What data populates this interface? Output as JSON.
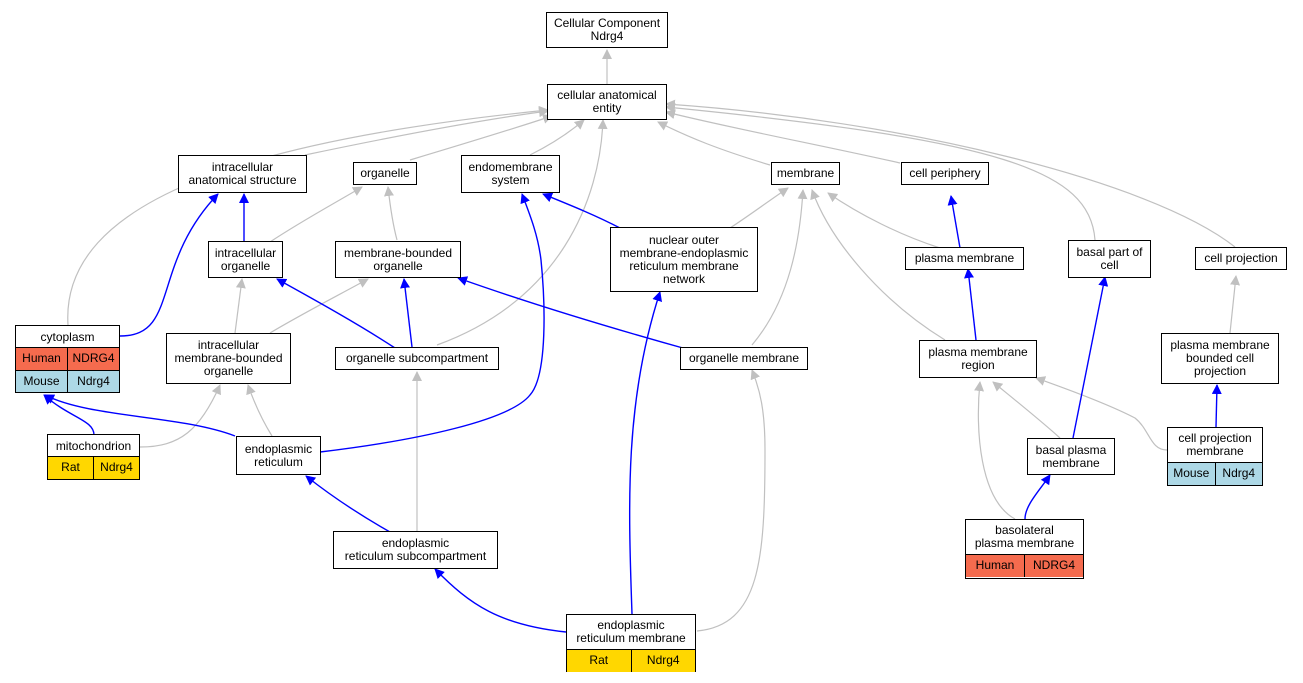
{
  "colors": {
    "is_a_edge": "#c0c0c0",
    "part_of_edge": "#0000ff",
    "human": "#f56b4e",
    "mouse": "#add8e6",
    "rat": "#ffd700"
  },
  "nodes": {
    "root": [
      "Cellular Component",
      "Ndrg4"
    ],
    "cae": [
      "cellular anatomical",
      "entity"
    ],
    "ias": [
      "intracellular",
      "anatomical structure"
    ],
    "organelle": [
      "organelle"
    ],
    "endomembrane": [
      "endomembrane",
      "system"
    ],
    "membrane": [
      "membrane"
    ],
    "periphery": [
      "cell periphery"
    ],
    "intra_org": [
      "intracellular",
      "organelle"
    ],
    "mbo": [
      "membrane-bounded",
      "organelle"
    ],
    "nuclear_outer": [
      "nuclear outer",
      "membrane-endoplasmic",
      "reticulum membrane",
      "network"
    ],
    "plasma_membrane": [
      "plasma membrane"
    ],
    "basal_part": [
      "basal part of",
      "cell"
    ],
    "cell_projection": [
      "cell projection"
    ],
    "imbo": [
      "intracellular",
      "membrane-bounded",
      "organelle"
    ],
    "org_sub": [
      "organelle subcompartment"
    ],
    "org_mem": [
      "organelle membrane"
    ],
    "pm_region": [
      "plasma membrane",
      "region"
    ],
    "pmbcp": [
      "plasma membrane",
      "bounded cell",
      "projection"
    ],
    "er": [
      "endoplasmic",
      "reticulum"
    ],
    "basal_pm": [
      "basal plasma",
      "membrane"
    ],
    "er_sub": [
      "endoplasmic",
      "reticulum subcompartment"
    ]
  },
  "tables": {
    "cytoplasm": {
      "title": [
        "cytoplasm"
      ],
      "rows": [
        [
          "Human",
          "NDRG4"
        ],
        [
          "Mouse",
          "Ndrg4"
        ]
      ]
    },
    "mitochondrion": {
      "title": [
        "mitochondrion"
      ],
      "rows": [
        [
          "Rat",
          "Ndrg4"
        ]
      ]
    },
    "cpm": {
      "title": [
        "cell projection",
        "membrane"
      ],
      "rows": [
        [
          "Mouse",
          "Ndrg4"
        ]
      ]
    },
    "basolateral": {
      "title": [
        "basolateral",
        "plasma membrane"
      ],
      "rows": [
        [
          "Human",
          "NDRG4"
        ]
      ]
    },
    "erm": {
      "title": [
        "endoplasmic",
        "reticulum membrane"
      ],
      "rows": [
        [
          "Rat",
          "Ndrg4"
        ]
      ]
    }
  }
}
